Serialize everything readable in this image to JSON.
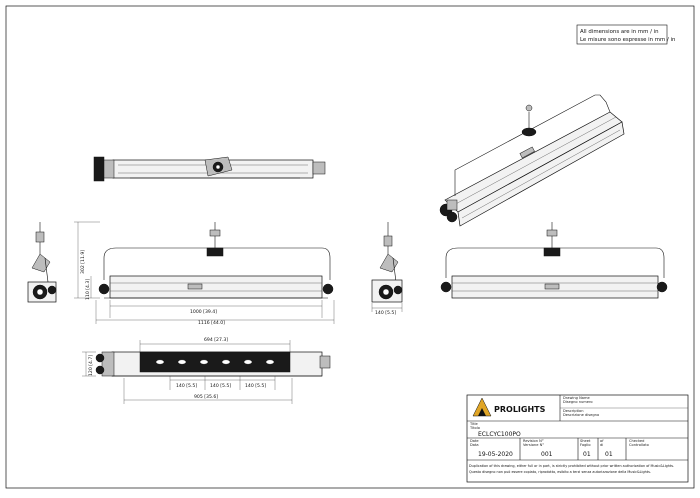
{
  "units_note": {
    "line1": "All dimensions are in mm / in",
    "line2": "Le misure sono espresse in mm / in"
  },
  "dimensions": {
    "height_total": "302 [11.9]",
    "height_body": "110 [4.3]",
    "side_depth": "140 [5.5]",
    "length_body": "1000 [39.4]",
    "length_total": "1116 [44.0]",
    "bottom_height": "120 [4.7]",
    "bottom_outer": "694 [27.3]",
    "bottom_left": "140 [5.5]",
    "bottom_mid": "140 [5.5]",
    "bottom_right": "140 [5.5]",
    "bottom_base": "905 [35.6]"
  },
  "title_block": {
    "brand": "PROLIGHTS",
    "drawing_label_line1": "Drawing Name",
    "drawing_label_line2": "Disegno numero",
    "title_label_line1": "Title",
    "title_label_line2": "Titolo",
    "desc_label_line1": "Description",
    "desc_label_line2": "Descrizione disegno",
    "title_value": "ECLCYC100PO",
    "date_label_line1": "Date",
    "date_label_line2": "Data",
    "date_value": "19-05-2020",
    "version_label_line1": "Revision N°",
    "version_label_line2": "Versione N°",
    "version_value": "001",
    "sheet_label_line1": "Sheet",
    "sheet_label_line2": "Foglio",
    "of_label_line1": "of",
    "of_label_line2": "di",
    "sheet_value": "01",
    "of_value": "01",
    "checked_label_line1": "Checked",
    "checked_label_line2": "Controllato",
    "disclaimer_line1": "Duplication of this drawing, either full or in part, is strictly prohibited without prior written authorization of Music&Lights.",
    "disclaimer_line2": "Questo disegno non può essere copiato, riprodotto, esibito a terzi senza autorizzazione della Music&Lights."
  },
  "colors": {
    "line": "#111111",
    "body_fill": "#f2f2f2",
    "dark_fill": "#1a1a1a",
    "logo_gold": "#e0a526"
  }
}
